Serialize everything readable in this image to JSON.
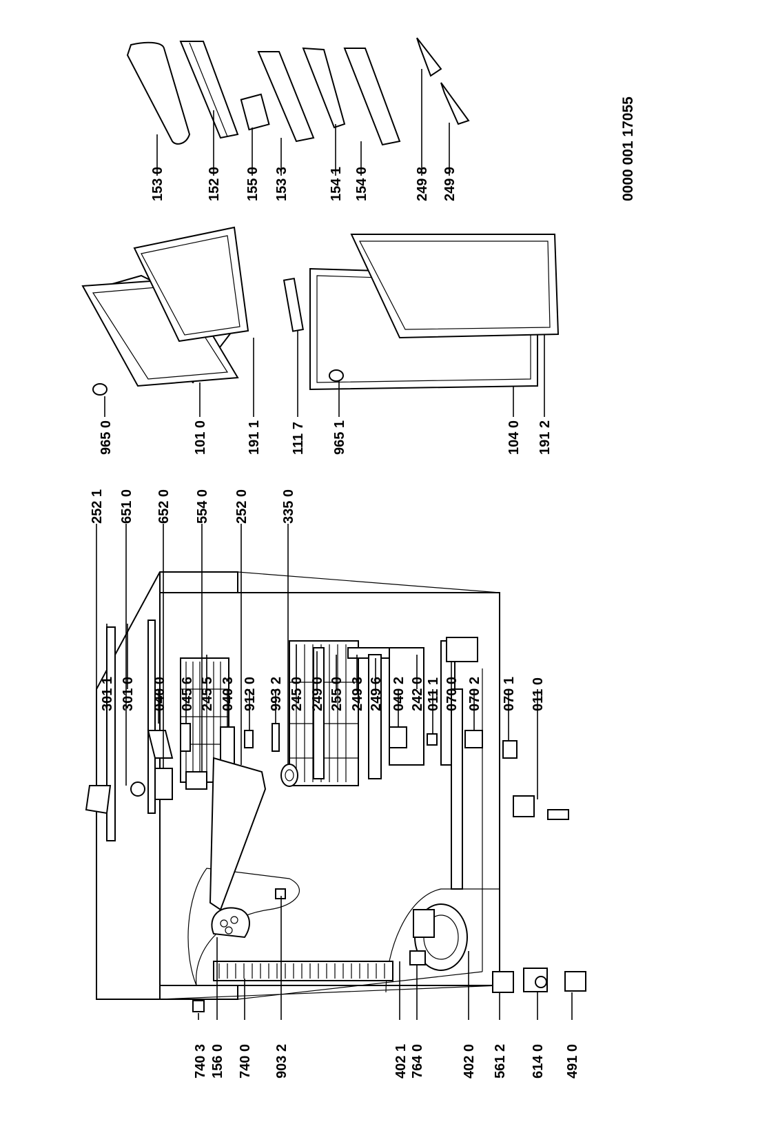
{
  "diagram": {
    "document_number": "0000 001 17055",
    "labels": {
      "l7403": "740 3",
      "l1560": "156 0",
      "l7400": "740 0",
      "l9032": "903 2",
      "l4021": "402 1",
      "l7640": "764 0",
      "l4020": "402 0",
      "l5612": "561 2",
      "l6140": "614 0",
      "l4910": "491 0",
      "l3011": "301 1",
      "l3010": "301 0",
      "l0400": "040 0",
      "l0456": "045 6",
      "l2455": "245 5",
      "l0403": "040 3",
      "l9120": "912 0",
      "l9932": "993 2",
      "l2450": "245 0",
      "l2490": "249 0",
      "l2550": "255 0",
      "l2493": "249 3",
      "l2496": "249 6",
      "l0402": "040 2",
      "l2420": "242 0",
      "l0111": "011 1",
      "l0700": "070 0",
      "l0702": "070 2",
      "l0701": "070 1",
      "l0110": "011 0",
      "l2521": "252 1",
      "l6510": "651 0",
      "l6520": "652 0",
      "l5540": "554 0",
      "l2520": "252 0",
      "l3350": "335 0",
      "l9650": "965 0",
      "l1010": "101 0",
      "l1911": "191 1",
      "l1117": "111 7",
      "l9651": "965 1",
      "l1040": "104 0",
      "l1912": "191 2",
      "l1530": "153 0",
      "l1520": "152 0",
      "l1550": "155 0",
      "l1533": "153 3",
      "l1541": "154 1",
      "l1540": "154 0",
      "l2498": "249 8",
      "l2499": "249 9"
    }
  }
}
